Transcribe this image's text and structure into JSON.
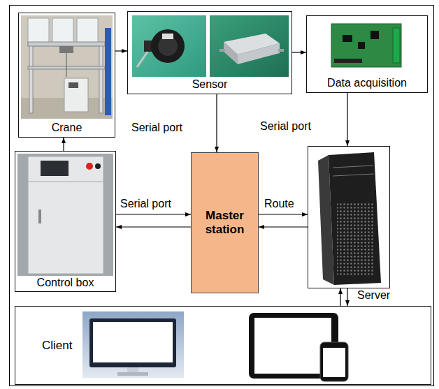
{
  "diagram": {
    "nodes": [
      {
        "text": [
          "Crane"
        ]
      },
      {
        "text": [
          "Sensor"
        ]
      },
      {
        "text": [
          "Data acquisition"
        ]
      },
      {
        "text": [
          "Control box"
        ]
      },
      {
        "text": [
          "Master station"
        ]
      },
      {
        "text": [
          "Server"
        ]
      },
      {
        "text": [
          "Client"
        ]
      }
    ],
    "edges": [
      {
        "from": 0,
        "to": 1,
        "arrow": "to"
      },
      {
        "from": 1,
        "to": 2,
        "arrow": "to"
      },
      {
        "from": 1,
        "to": 4,
        "arrow": "to"
      },
      {
        "from": 2,
        "to": 5,
        "arrow": "to"
      },
      {
        "from": 3,
        "to": 0,
        "arrow": "to"
      },
      {
        "from": 3,
        "to": 4,
        "arrow": "to"
      },
      {
        "from": 4,
        "to": 3,
        "arrow": "to"
      },
      {
        "from": 4,
        "to": 5,
        "arrow": "to"
      },
      {
        "from": 5,
        "to": 4,
        "arrow": "to"
      },
      {
        "from": 6,
        "to": 5,
        "arrow": "to"
      },
      {
        "from": 5,
        "to": 6,
        "arrow": "to"
      }
    ],
    "labels": [
      "Serial port",
      "Serial port",
      "Serial port",
      "Route"
    ]
  }
}
